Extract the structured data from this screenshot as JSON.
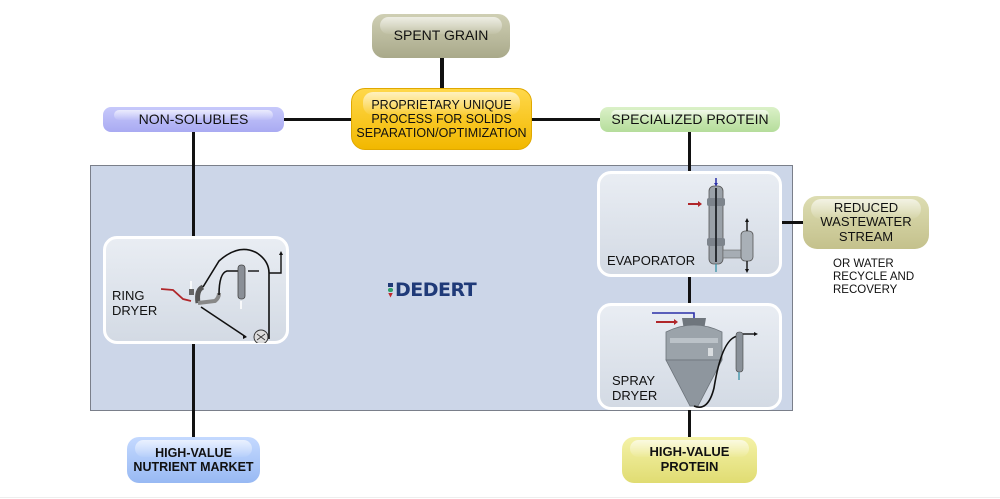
{
  "diagram": {
    "nodes": {
      "spent_grain": "SPENT GRAIN",
      "process": [
        "PROPRIETARY UNIQUE",
        "PROCESS FOR SOLIDS",
        "SEPARATION/OPTIMIZATION"
      ],
      "non_solubles": "NON-SOLUBLES",
      "specialized_protein": "SPECIALIZED PROTEIN",
      "ring_dryer": [
        "RING",
        "DRYER"
      ],
      "evaporator": "EVAPORATOR",
      "spray_dryer": [
        "SPRAY",
        "DRYER"
      ],
      "wastewater": [
        "REDUCED",
        "WASTEWATER",
        "STREAM"
      ],
      "recycle_note": [
        "OR WATER",
        "RECYCLE AND",
        "RECOVERY"
      ],
      "nutrient_market": [
        "HIGH-VALUE",
        "NUTRIENT MARKET"
      ],
      "high_value_protein": [
        "HIGH-VALUE",
        "PROTEIN"
      ]
    },
    "logo": "DEDERT",
    "colors": {
      "spent_grain": "#bdbd9f",
      "process": "#f7c600",
      "non_solubles": "#b5b6f6",
      "specialized_protein": "#c6e6ad",
      "panel": "#ccd6e8",
      "wastewater": "#d0ce9f",
      "nutrient_market": "#aec9fa",
      "high_value_protein": "#eae78c",
      "logo": "#1f3a78",
      "feed_arrow": "#b0262a",
      "air_arrow": "#2a2fa8"
    },
    "edges": [
      [
        "spent_grain",
        "process"
      ],
      [
        "process",
        "non_solubles"
      ],
      [
        "process",
        "specialized_protein"
      ],
      [
        "non_solubles",
        "ring_dryer"
      ],
      [
        "ring_dryer",
        "nutrient_market"
      ],
      [
        "specialized_protein",
        "evaporator"
      ],
      [
        "evaporator",
        "wastewater"
      ],
      [
        "evaporator",
        "spray_dryer"
      ],
      [
        "spray_dryer",
        "high_value_protein"
      ]
    ]
  }
}
